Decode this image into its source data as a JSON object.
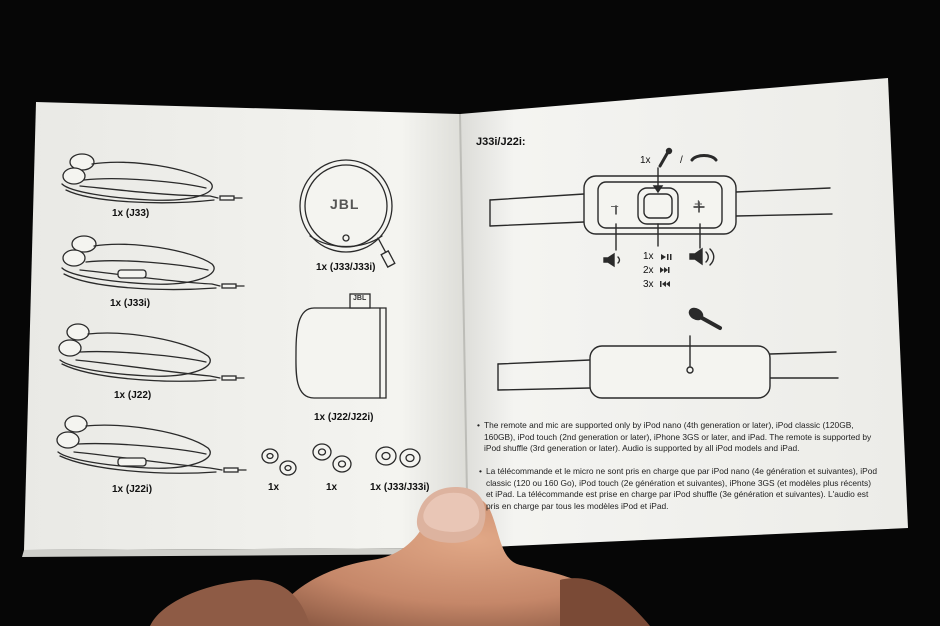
{
  "left_page": {
    "products": [
      {
        "label": "1x (J33)"
      },
      {
        "label": "1x (J33i)"
      },
      {
        "label": "1x (J22)"
      },
      {
        "label": "1x (J22i)"
      }
    ],
    "pouch_label": "1x (J33/J33i)",
    "pouch_logo": "JBL",
    "case_label": "1x (J22/J22i)",
    "case_tag": "JBL",
    "tips": [
      {
        "label": "1x"
      },
      {
        "label": "1x"
      },
      {
        "label": "1x (J33/J33i)"
      }
    ]
  },
  "right_page": {
    "title": "J33i/J22i:",
    "call_count": "1x",
    "call_separator": "/",
    "remote_minus": "–",
    "remote_plus": "+",
    "press_1x": "1x",
    "press_2x": "2x",
    "press_3x": "3x",
    "notes": [
      "The remote and mic are supported only by iPod nano (4th generation or later), iPod classic (120GB, 160GB), iPod touch (2nd generation or later), iPhone 3GS or later, and iPad. The remote is supported by iPod shuffle (3rd generation or later). Audio is supported by all iPod models and iPad.",
      "La télécommande et le micro ne sont pris en charge que par iPod nano (4e génération et suivantes), iPod classic (120 ou 160 Go), iPod touch (2e génération et suivantes), iPhone 3GS (et modèles plus récents) et iPad. La télécommande est prise en charge par iPod shuffle (3e génération et suivantes). L'audio est pris en charge par tous les modèles iPod et iPad."
    ]
  },
  "colors": {
    "background": "#060606",
    "page": "#f2f2ee",
    "ink": "#222222",
    "skin": "#c98d6c"
  }
}
